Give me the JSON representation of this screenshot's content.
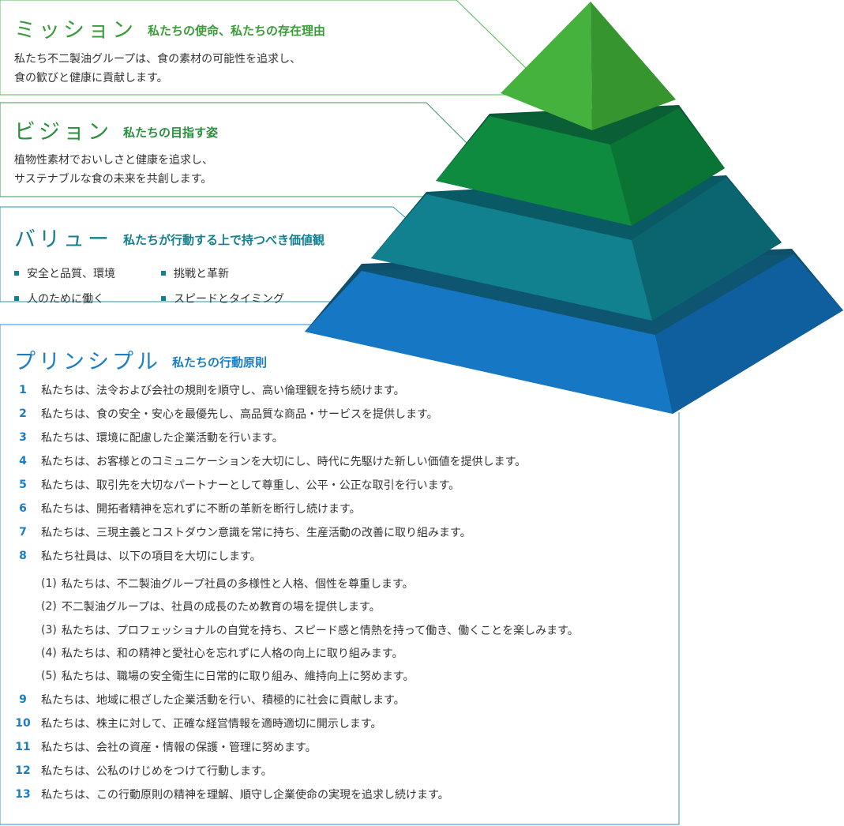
{
  "mission": {
    "title": "ミッション",
    "subtitle": "私たちの使命、私たちの存在理由",
    "lines": [
      "私たち不二製油グループは、食の素材の可能性を追求し、",
      "食の歓びと健康に貢献します。"
    ]
  },
  "vision": {
    "title": "ビジョン",
    "subtitle": "私たちの目指す姿",
    "lines": [
      "植物性素材でおいしさと健康を追求し、",
      "サステナブルな食の未来を共創します。"
    ]
  },
  "value": {
    "title": "バリュー",
    "subtitle": "私たちが行動する上で持つべき価値観",
    "items": [
      "安全と品質、環境",
      "挑戦と革新",
      "人のために働く",
      "スピードとタイミング"
    ]
  },
  "principle": {
    "title": "プリンシプル",
    "subtitle": "私たちの行動原則",
    "items": [
      {
        "num": "1",
        "text": "私たちは、法令および会社の規則を順守し、高い倫理観を持ち続けます。"
      },
      {
        "num": "2",
        "text": "私たちは、食の安全・安心を最優先し、高品質な商品・サービスを提供します。"
      },
      {
        "num": "3",
        "text": "私たちは、環境に配慮した企業活動を行います。"
      },
      {
        "num": "4",
        "text": "私たちは、お客様とのコミュニケーションを大切にし、時代に先駆けた新しい価値を提供します。"
      },
      {
        "num": "5",
        "text": "私たちは、取引先を大切なパートナーとして尊重し、公平・公正な取引を行います。"
      },
      {
        "num": "6",
        "text": "私たちは、開拓者精神を忘れずに不断の革新を断行し続けます。"
      },
      {
        "num": "7",
        "text": "私たちは、三現主義とコストダウン意識を常に持ち、生産活動の改善に取り組みます。"
      },
      {
        "num": "8",
        "text": "私たち社員は、以下の項目を大切にします。"
      },
      {
        "num": "9",
        "text": "私たちは、地域に根ざした企業活動を行い、積極的に社会に貢献します。"
      },
      {
        "num": "10",
        "text": "私たちは、株主に対して、正確な経営情報を適時適切に開示します。"
      },
      {
        "num": "11",
        "text": "私たちは、会社の資産・情報の保護・管理に努めます。"
      },
      {
        "num": "12",
        "text": "私たちは、公私のけじめをつけて行動します。"
      },
      {
        "num": "13",
        "text": "私たちは、この行動原則の精神を理解、順守し企業使命の実現を追求し続けます。"
      }
    ],
    "subitems": [
      {
        "num": "(1)",
        "text": "私たちは、不二製油グループ社員の多様性と人格、個性を尊重します。"
      },
      {
        "num": "(2)",
        "text": "不二製油グループは、社員の成長のため教育の場を提供します。"
      },
      {
        "num": "(3)",
        "text": "私たちは、プロフェッショナルの自覚を持ち、スピード感と情熱を持って働き、働くことを楽しみます。"
      },
      {
        "num": "(4)",
        "text": "私たちは、和の精神と愛社心を忘れずに人格の向上に取り組みます。"
      },
      {
        "num": "(5)",
        "text": "私たちは、職場の安全衛生に日常的に取り組み、維持向上に努めます。"
      }
    ]
  },
  "colors": {
    "tier1_front": "#45b23e",
    "tier1_side": "#36952e",
    "tier2_front": "#0f8b40",
    "tier2_side": "#0a7434",
    "tier3_front": "#127f90",
    "tier3_side": "#0b6571",
    "tier4_front": "#1474c0",
    "tier4_side": "#0f5f9e",
    "box1_border": "#5cb85c",
    "box2_border": "#3a9a5a",
    "box3_border": "#2a98a6",
    "box4_border": "#2a8fd0"
  }
}
